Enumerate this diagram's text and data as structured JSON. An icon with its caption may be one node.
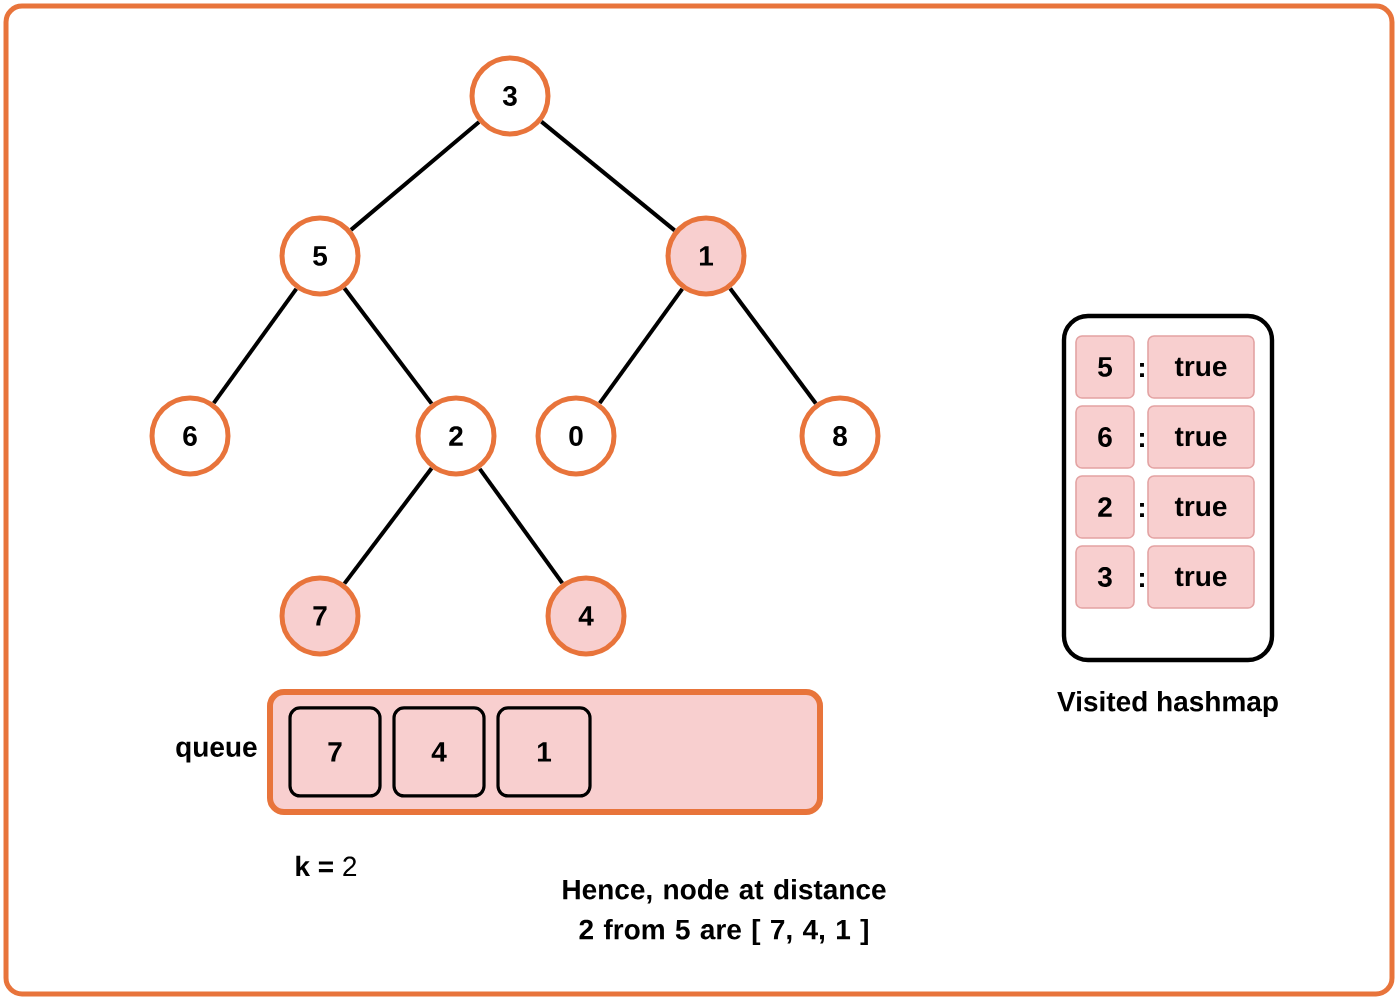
{
  "diagram": {
    "nodes": [
      {
        "text": [
          "3"
        ]
      },
      {
        "text": [
          "5"
        ]
      },
      {
        "text": [
          "1"
        ]
      },
      {
        "text": [
          "6"
        ]
      },
      {
        "text": [
          "2"
        ]
      },
      {
        "text": [
          "0"
        ]
      },
      {
        "text": [
          "8"
        ]
      },
      {
        "text": [
          "7"
        ]
      },
      {
        "text": [
          "4"
        ]
      },
      {
        "text": [],
        "shape": "box",
        "beside": [
          "queue"
        ]
      },
      {
        "text": [
          "7"
        ],
        "in": 9
      },
      {
        "text": [
          "4"
        ],
        "in": 9
      },
      {
        "text": [
          "1"
        ],
        "in": 9
      },
      {
        "text": [],
        "shape": "box",
        "beside": [
          "Visited hashmap"
        ]
      },
      {
        "text": [
          "5"
        ],
        "in": 13
      },
      {
        "text": [
          "true"
        ],
        "in": 13
      },
      {
        "text": [
          "6"
        ],
        "in": 13
      },
      {
        "text": [
          "true"
        ],
        "in": 13
      },
      {
        "text": [
          "2"
        ],
        "in": 13
      },
      {
        "text": [
          "true"
        ],
        "in": 13
      },
      {
        "text": [
          "3"
        ],
        "in": 13
      },
      {
        "text": [
          "true"
        ],
        "in": 13
      }
    ],
    "edges": [
      {
        "from": 0,
        "to": 1,
        "arrow": "none"
      },
      {
        "from": 0,
        "to": 2,
        "arrow": "none"
      },
      {
        "from": 1,
        "to": 3,
        "arrow": "none"
      },
      {
        "from": 1,
        "to": 4,
        "arrow": "none"
      },
      {
        "from": 2,
        "to": 5,
        "arrow": "none"
      },
      {
        "from": 2,
        "to": 6,
        "arrow": "none"
      },
      {
        "from": 4,
        "to": 7,
        "arrow": "none"
      },
      {
        "from": 4,
        "to": 8,
        "arrow": "none"
      }
    ],
    "labels": [
      ":",
      ":",
      ":",
      ":",
      "**k =** 2",
      "Hence, node at distance 2 from 5 are [ 7, 4, 1 ]"
    ]
  }
}
